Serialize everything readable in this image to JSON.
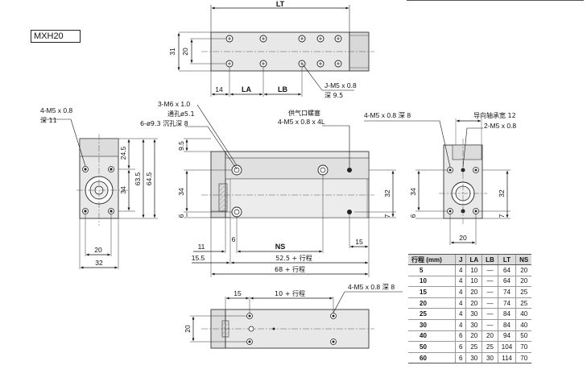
{
  "model": "MXH20",
  "top_view": {
    "length_label": "LT",
    "height_outer": "31",
    "height_inner": "20",
    "dim_14": "14",
    "dim_la": "LA",
    "dim_lb": "LB",
    "thread_note": "J-M5 x 0.8",
    "thread_depth": "深 9.5"
  },
  "side_view_left": {
    "thread_note": "4-M5 x 0.8",
    "thread_depth": "深 11",
    "d_24_5": "24.5",
    "d_63_5": "63.5",
    "d_64_5": "64.5",
    "d_34": "34",
    "d_20": "20",
    "d_32": "32"
  },
  "front_view": {
    "hole_note_1": "3-M6 x 1.0",
    "hole_note_2": "通孔ø5.1",
    "hole_note_3": "6-ø9.3 沉孔深 8",
    "port_note_1": "供气口螺塞",
    "port_note_2": "4-M5 x 0.8 x 4L",
    "d_9_5": "9.5",
    "d_34": "34",
    "d_6": "6",
    "d_32": "32",
    "d_7": "7",
    "d_11": "11",
    "d_6b": "6",
    "d_ns": "NS",
    "d_15": "15",
    "d_15_5": "15.5",
    "d_52_5": "52.5 + 行程",
    "d_68": "68 + 行程"
  },
  "end_view_right": {
    "note_1": "4-M5 x 0.8 深 8",
    "note_2": "导向轴承宽 12",
    "note_3": "2-M5 x 0.8",
    "d_34": "34",
    "d_6": "6",
    "d_32": "32",
    "d_7": "7",
    "d_20": "20"
  },
  "bottom_view": {
    "d_15": "15",
    "d_stroke": "10 + 行程",
    "d_20": "20",
    "note": "4-M5 x 0.8 深 8"
  },
  "table": {
    "headers": [
      "行程 (mm)",
      "J",
      "LA",
      "LB",
      "LT",
      "NS"
    ],
    "rows": [
      [
        "5",
        "4",
        "10",
        "—",
        "64",
        "20"
      ],
      [
        "10",
        "4",
        "10",
        "—",
        "64",
        "20"
      ],
      [
        "15",
        "4",
        "20",
        "—",
        "74",
        "25"
      ],
      [
        "20",
        "4",
        "20",
        "—",
        "74",
        "25"
      ],
      [
        "25",
        "4",
        "30",
        "—",
        "84",
        "40"
      ],
      [
        "30",
        "4",
        "30",
        "—",
        "84",
        "40"
      ],
      [
        "40",
        "6",
        "20",
        "20",
        "94",
        "50"
      ],
      [
        "50",
        "6",
        "25",
        "25",
        "104",
        "70"
      ],
      [
        "60",
        "6",
        "30",
        "30",
        "114",
        "70"
      ]
    ]
  }
}
